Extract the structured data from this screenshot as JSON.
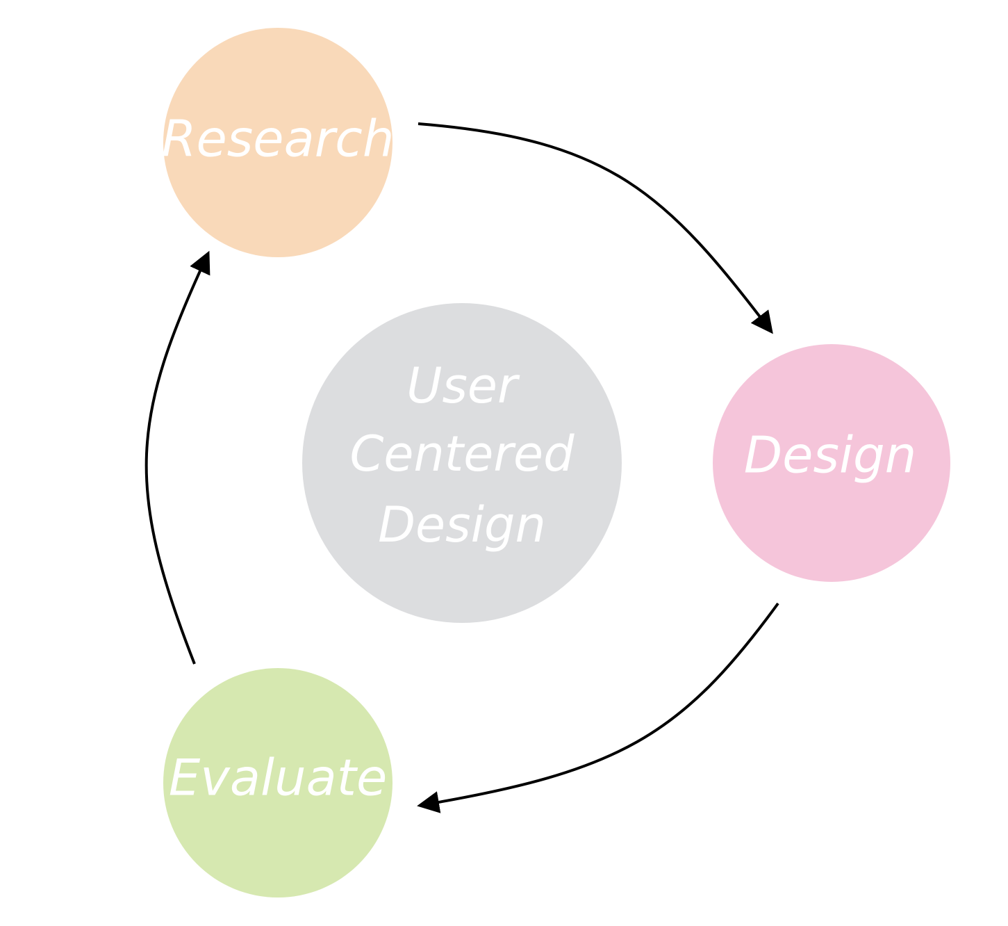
{
  "diagram": {
    "center": {
      "lines": [
        "User",
        "Centered",
        "Design"
      ],
      "color": "#dcdddf"
    },
    "nodes": {
      "research": {
        "label": "Research",
        "color": "#f9d9b9"
      },
      "design": {
        "label": "Design",
        "color": "#f5c5da"
      },
      "evaluate": {
        "label": "Evaluate",
        "color": "#d6e8b0"
      }
    },
    "flow": [
      {
        "from": "Research",
        "to": "Design"
      },
      {
        "from": "Design",
        "to": "Evaluate"
      },
      {
        "from": "Evaluate",
        "to": "Research"
      }
    ],
    "arrow_color": "#000000"
  }
}
